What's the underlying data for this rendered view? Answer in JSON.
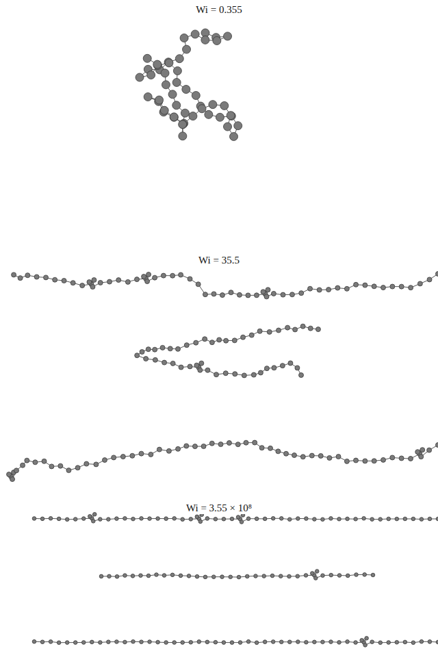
{
  "diagram": {
    "labels": [
      "Wi = 0.355",
      "Wi = 35.5",
      "Wi = 3.55 × 10⁸"
    ]
  }
}
